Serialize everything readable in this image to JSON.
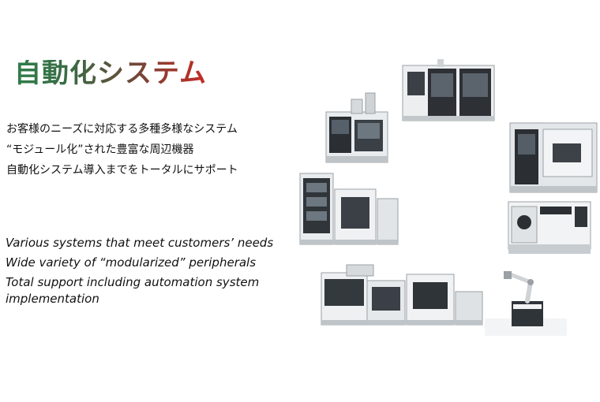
{
  "slide": {
    "title": "自動化システム",
    "title_gradient": [
      "#2f7e4a",
      "#c62a24"
    ],
    "japanese_points": [
      "お客様のニーズに対応する多種多様なシステム",
      "“モジュール化”された豊富な周辺機器",
      "自動化システム導入までをトータルにサポート"
    ],
    "english_points": [
      "Various systems that meet customers’ needs",
      "Wide variety of “modularized” peripherals",
      "Total support including automation system",
      "implementation"
    ]
  },
  "images": [
    {
      "icon": "machining-center-icon"
    },
    {
      "icon": "horizontal-machining-center-icon"
    },
    {
      "icon": "enclosed-cell-icon"
    },
    {
      "icon": "vertical-cell-icon"
    },
    {
      "icon": "turning-center-icon"
    },
    {
      "icon": "automation-line-icon"
    },
    {
      "icon": "robot-arm-icon"
    }
  ]
}
